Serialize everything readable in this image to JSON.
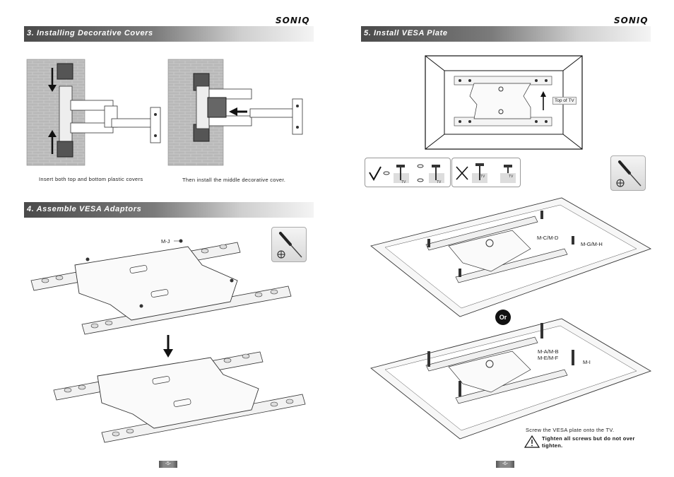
{
  "brand": "SONIQ",
  "left_page": {
    "section3": {
      "title": "3. Installing Decorative Covers",
      "caption_left": "Insert both top and bottom plastic covers",
      "caption_right": "Then install the middle decorative cover."
    },
    "section4": {
      "title": "4. Assemble VESA Adaptors",
      "label_screw": "M-J"
    },
    "page_number": "-5-"
  },
  "right_page": {
    "section5": {
      "title": "5. Install VESA Plate",
      "top_of_tv_label": "Top of TV",
      "tv_label": "TV",
      "labels_upper": [
        "M-C/M-D",
        "M-G/M-H"
      ],
      "labels_lower": [
        "M-A/M-B",
        "M-E/M-F",
        "M-I"
      ],
      "or_label": "Or",
      "caption": "Screw the VESA plate onto the TV.",
      "warning": "Tighten all screws but do not over tighten."
    },
    "page_number": "-6-"
  }
}
